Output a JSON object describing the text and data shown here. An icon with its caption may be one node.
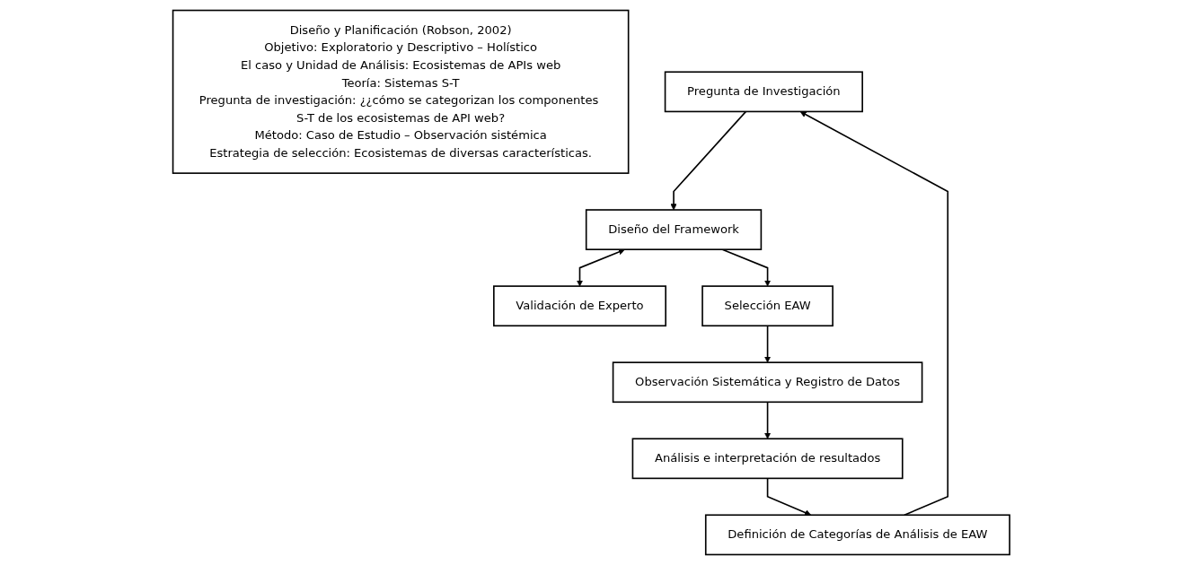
{
  "diagram": {
    "nodes": [
      {
        "text": [
          "Diseño y Planificación (Robson, 2002)",
          "Objetivo: Exploratorio y Descriptivo – Holístico",
          "El caso y Unidad de Análisis: Ecosistemas de APIs web",
          "Teoría: Sistemas S-T",
          "Pregunta de investigación: ¿¿cómo se categorizan los componentes S-T de los ecosistemas de API web?",
          "Método: Caso de Estudio – Observación sistémica",
          "Estrategia de selección: Ecosistemas de diversas características."
        ]
      },
      {
        "text": [
          "Pregunta de Investigación"
        ]
      },
      {
        "text": [
          "Diseño del Framework"
        ]
      },
      {
        "text": [
          "Validación de Experto"
        ]
      },
      {
        "text": [
          "Selección EAW"
        ]
      },
      {
        "text": [
          "Observación Sistemática y Registro de Datos"
        ]
      },
      {
        "text": [
          "Análisis e interpretación de resultados"
        ]
      },
      {
        "text": [
          "Definición de Categorías de Análisis de EAW"
        ]
      }
    ],
    "edges": [
      {
        "from": 1,
        "to": 2,
        "arrow": "to"
      },
      {
        "from": 2,
        "to": 3,
        "arrow": "both"
      },
      {
        "from": 2,
        "to": 4,
        "arrow": "to"
      },
      {
        "from": 4,
        "to": 5,
        "arrow": "to"
      },
      {
        "from": 5,
        "to": 6,
        "arrow": "to"
      },
      {
        "from": 6,
        "to": 7,
        "arrow": "to"
      },
      {
        "from": 7,
        "to": 1,
        "arrow": "to"
      }
    ]
  }
}
